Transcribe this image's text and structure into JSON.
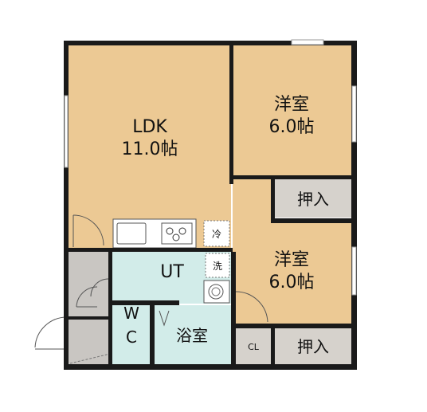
{
  "rooms": {
    "ldk": {
      "name": "LDK",
      "size": "11.0帖"
    },
    "western_upper": {
      "name": "洋室",
      "size": "6.0帖"
    },
    "western_lower": {
      "name": "洋室",
      "size": "6.0帖"
    },
    "utility": {
      "name": "UT"
    },
    "toilet": {
      "line1": "W",
      "line2": "C"
    },
    "bath": {
      "name": "浴室"
    },
    "closet": {
      "name": "CL"
    },
    "oshiire_upper": {
      "name": "押入"
    },
    "oshiire_lower": {
      "name": "押入"
    }
  },
  "fixtures": {
    "fridge": "冷",
    "washer": "洗"
  },
  "colors": {
    "wall": "#1a1a1a",
    "room_floor": "#ecc994",
    "wet_area": "#d2ece9",
    "storage": "#d6d2cc",
    "hall": "#c9c6c2",
    "window": "#9a9a9a"
  }
}
